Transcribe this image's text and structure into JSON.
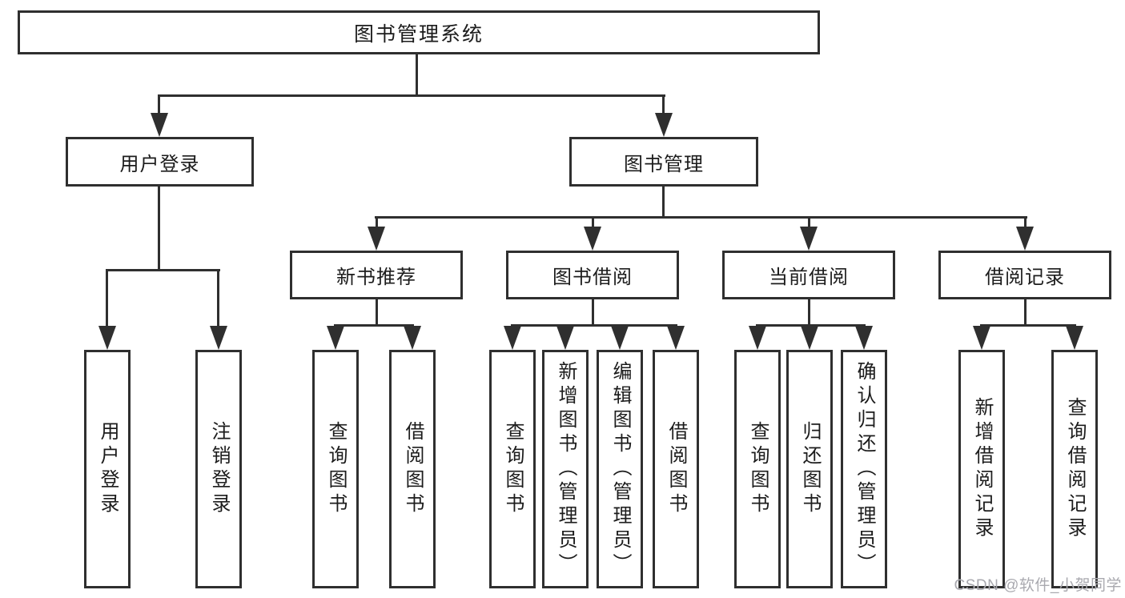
{
  "nodes": {
    "root": "图书管理系统",
    "l2": [
      "用户登录",
      "图书管理"
    ],
    "l3": [
      "新书推荐",
      "图书借阅",
      "当前借阅",
      "借阅记录"
    ],
    "leaves_user": [
      "用户登录",
      "注销登录"
    ],
    "leaves_newbook": [
      "查询图书",
      "借阅图书"
    ],
    "leaves_borrow": [
      "查询图书",
      "新增图书（管理员）",
      "编辑图书（管理员）",
      "借阅图书"
    ],
    "leaves_current": [
      "查询图书",
      "归还图书",
      "确认归还（管理员）"
    ],
    "leaves_records": [
      "新增借阅记录",
      "查询借阅记录"
    ]
  },
  "watermark": "CSDN @软件_小贺同学",
  "colors": {
    "line": "#2f2f2f",
    "text": "#1c1c1c",
    "background": "#ffffff",
    "watermark": "#a9a9af"
  }
}
